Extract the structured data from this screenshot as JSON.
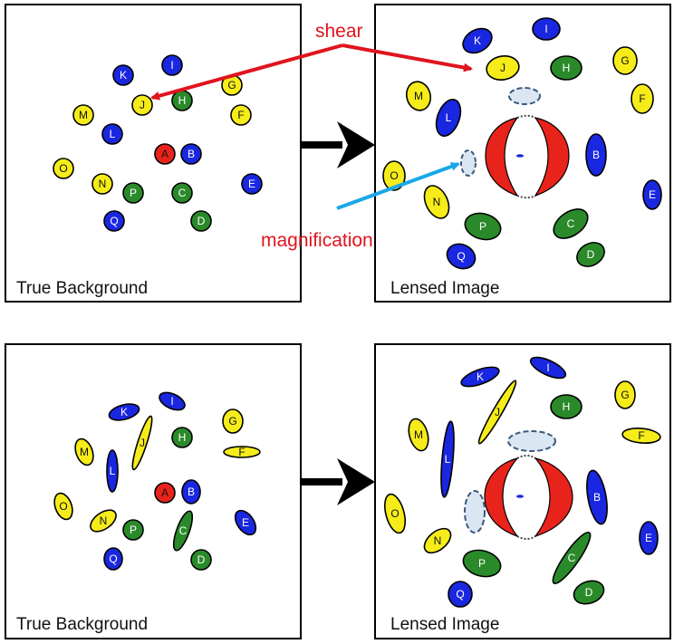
{
  "colors": {
    "yellow": "#f5ec1a",
    "blue": "#1a27e0",
    "green": "#2a8a2a",
    "red": "#e8231b",
    "shear_arrow": "#e0141e",
    "magnification_arrow": "#1aa7e8",
    "highlight": "#dbe6f3"
  },
  "panels": {
    "true_background_label": "True Background",
    "lensed_image_label": "Lensed Image"
  },
  "annotations": {
    "shear": "shear",
    "magnification": "magnification"
  },
  "galaxy_letters": {
    "A": "A",
    "B": "B",
    "C": "C",
    "D": "D",
    "E": "E",
    "F": "F",
    "G": "G",
    "H": "H",
    "I": "I",
    "J": "J",
    "K": "K",
    "L": "L",
    "M": "M",
    "N": "N",
    "O": "O",
    "P": "P",
    "Q": "Q"
  }
}
